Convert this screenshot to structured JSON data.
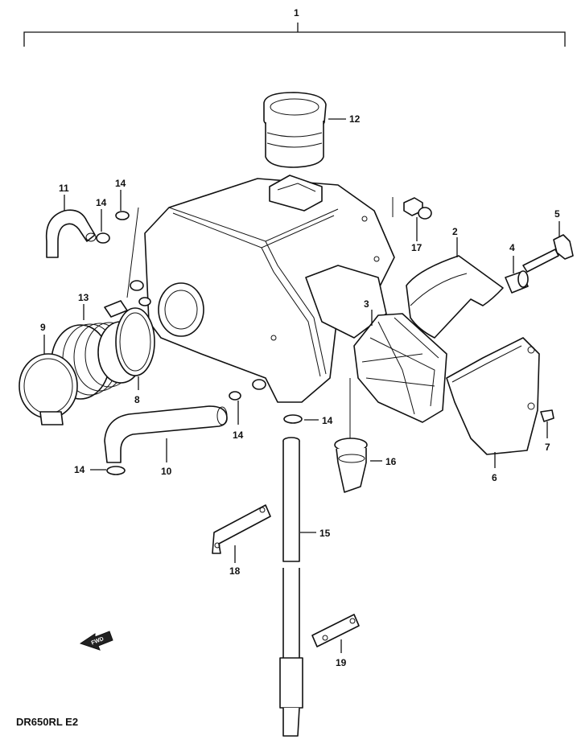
{
  "labels": {
    "p1": "1",
    "p2": "2",
    "p3": "3",
    "p4": "4",
    "p5": "5",
    "p6": "6",
    "p7": "7",
    "p8": "8",
    "p9": "9",
    "p10": "10",
    "p11": "11",
    "p12": "12",
    "p13": "13",
    "p14a": "14",
    "p14b": "14",
    "p14c": "14",
    "p14d": "14",
    "p14e": "14",
    "p15": "15",
    "p16": "16",
    "p17": "17",
    "p18": "18",
    "p19": "19"
  },
  "model_code": "DR650RL  E2",
  "fwd_text": "FWD"
}
